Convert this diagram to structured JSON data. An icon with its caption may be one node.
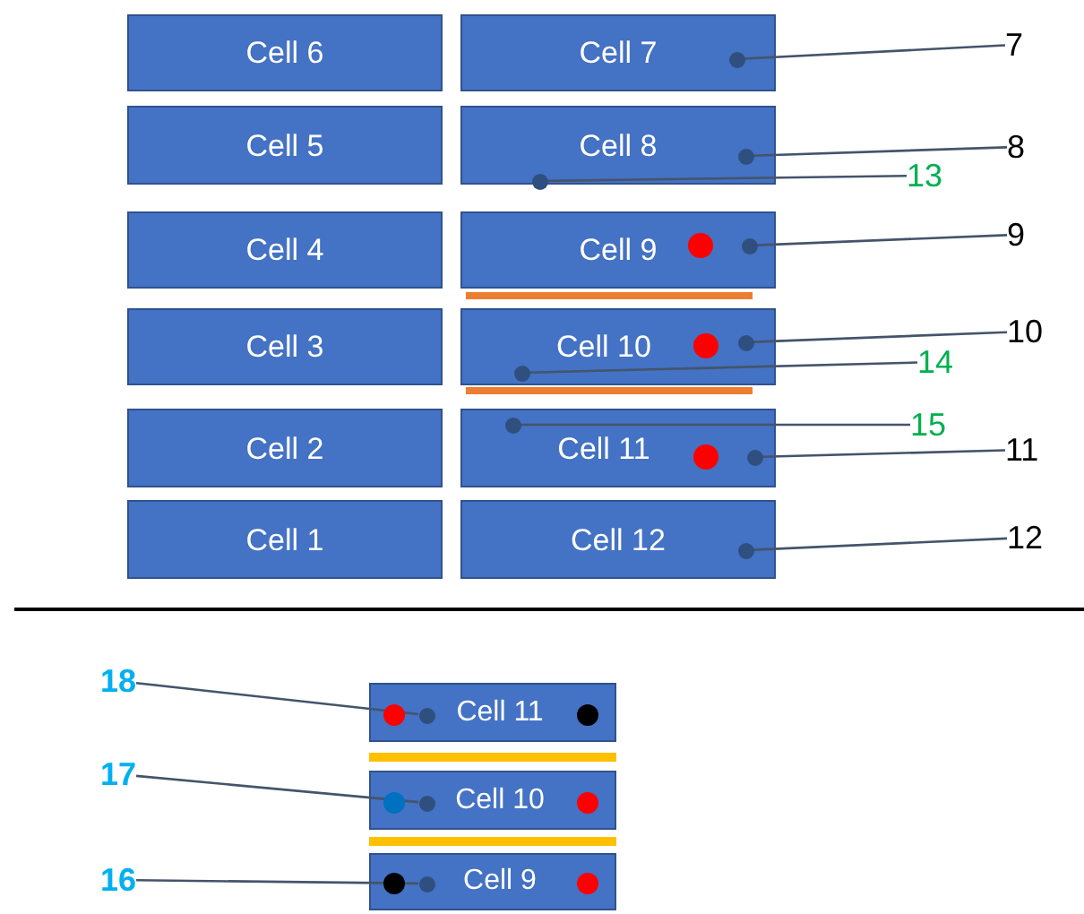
{
  "diagram": {
    "nodes": [
      {
        "text": [
          "Cell 6"
        ]
      },
      {
        "text": [
          "Cell 7"
        ]
      },
      {
        "text": [
          "Cell 5"
        ]
      },
      {
        "text": [
          "Cell 8"
        ]
      },
      {
        "text": [
          "Cell 4"
        ]
      },
      {
        "text": [
          "Cell 9"
        ]
      },
      {
        "text": [
          "Cell 3"
        ]
      },
      {
        "text": [
          "Cell 10"
        ]
      },
      {
        "text": [
          "Cell 2"
        ]
      },
      {
        "text": [
          "Cell 11"
        ]
      },
      {
        "text": [
          "Cell 1"
        ]
      },
      {
        "text": [
          "Cell 12"
        ]
      },
      {
        "text": [
          "Cell 11"
        ]
      },
      {
        "text": [
          "Cell 10"
        ]
      },
      {
        "text": [
          "Cell 9"
        ]
      },
      {
        "text": [
          "7"
        ]
      },
      {
        "text": [
          "8"
        ]
      },
      {
        "text": [
          "13"
        ]
      },
      {
        "text": [
          "9"
        ]
      },
      {
        "text": [
          "14"
        ]
      },
      {
        "text": [
          "10"
        ]
      },
      {
        "text": [
          "15"
        ]
      },
      {
        "text": [
          "11"
        ]
      },
      {
        "text": [
          "12"
        ]
      },
      {
        "text": [
          "18"
        ]
      },
      {
        "text": [
          "17"
        ]
      },
      {
        "text": [
          "16"
        ]
      },
      {
        "text": [],
        "shape": "circle",
        "in": 1
      },
      {
        "text": [],
        "shape": "circle",
        "in": 3
      },
      {
        "text": [],
        "shape": "circle",
        "in": 3
      },
      {
        "text": [],
        "shape": "circle",
        "in": 5
      },
      {
        "text": [],
        "shape": "circle",
        "in": 7
      },
      {
        "text": [],
        "shape": "circle",
        "in": 7
      },
      {
        "text": [],
        "shape": "circle",
        "in": 9
      },
      {
        "text": [],
        "shape": "circle",
        "in": 9
      },
      {
        "text": [],
        "shape": "circle",
        "in": 11
      },
      {
        "text": [],
        "shape": "circle",
        "in": 12
      },
      {
        "text": [],
        "shape": "circle",
        "in": 13
      },
      {
        "text": [],
        "shape": "circle",
        "in": 14
      }
    ],
    "edges": [
      {
        "from": 15,
        "to": 27,
        "arrow": "none"
      },
      {
        "from": 16,
        "to": 28,
        "arrow": "none"
      },
      {
        "from": 17,
        "to": 29,
        "arrow": "none"
      },
      {
        "from": 18,
        "to": 30,
        "arrow": "none"
      },
      {
        "from": 19,
        "to": 31,
        "arrow": "none"
      },
      {
        "from": 20,
        "to": 32,
        "arrow": "none"
      },
      {
        "from": 21,
        "to": 33,
        "arrow": "none"
      },
      {
        "from": 22,
        "to": 34,
        "arrow": "none"
      },
      {
        "from": 23,
        "to": 35,
        "arrow": "none"
      },
      {
        "from": 24,
        "to": 36,
        "arrow": "none"
      },
      {
        "from": 25,
        "to": 37,
        "arrow": "none"
      },
      {
        "from": 26,
        "to": 38,
        "arrow": "none"
      }
    ]
  }
}
